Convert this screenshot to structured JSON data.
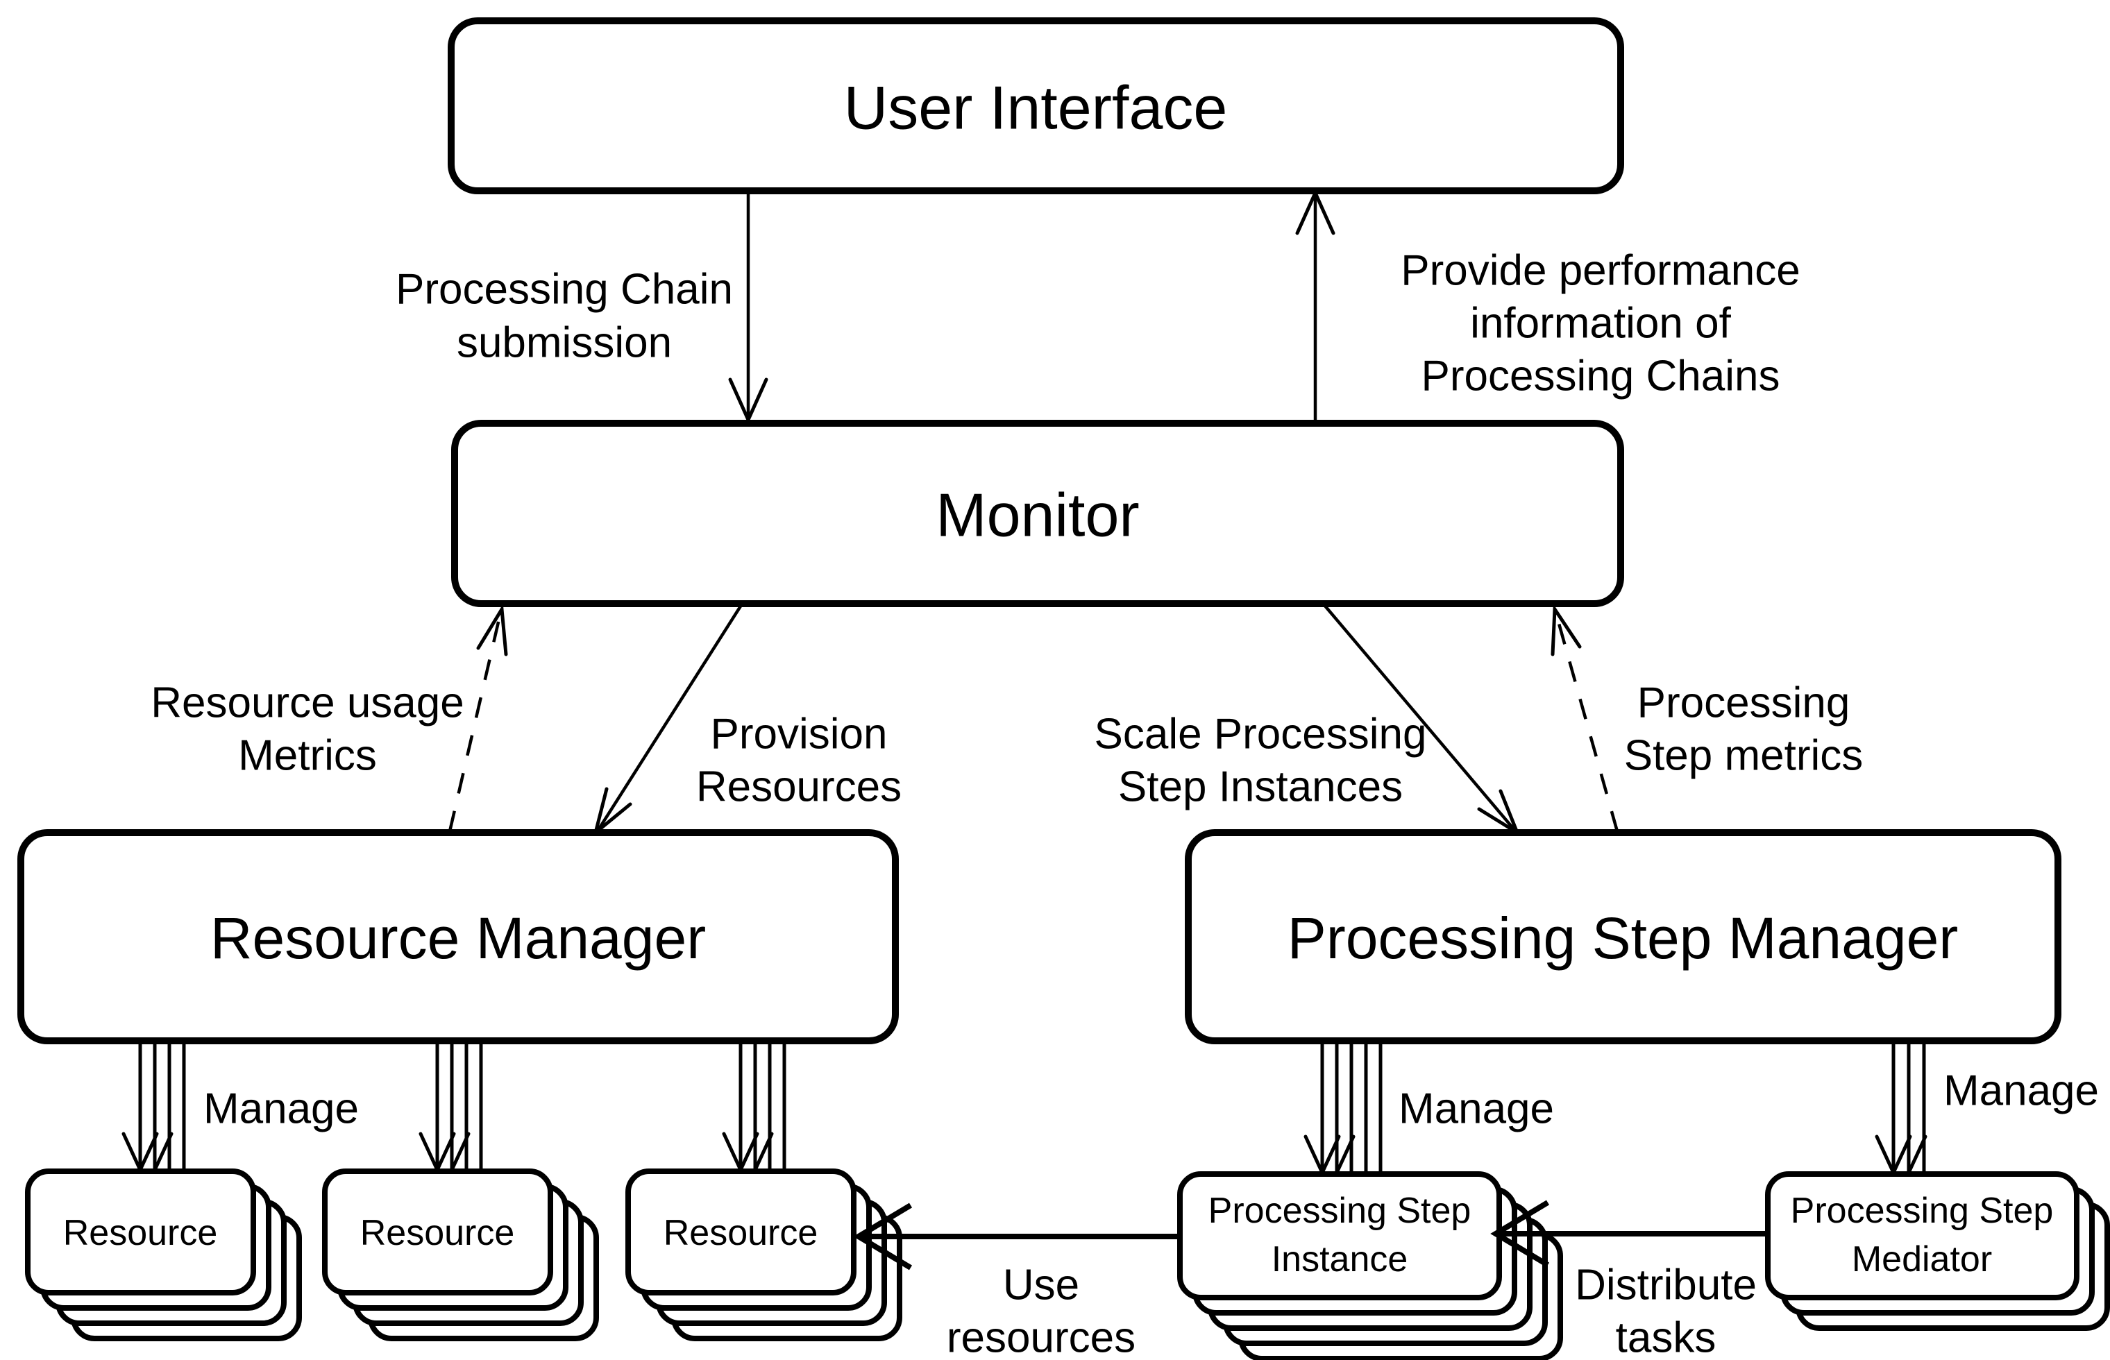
{
  "colors": {
    "background": "#ffffff",
    "line": "#000000"
  },
  "nodes": {
    "user_interface": {
      "label": "User Interface"
    },
    "monitor": {
      "label": "Monitor"
    },
    "resource_manager": {
      "label": "Resource Manager"
    },
    "processing_step_manager": {
      "label": "Processing Step Manager"
    },
    "resource_1": {
      "label": "Resource"
    },
    "resource_2": {
      "label": "Resource"
    },
    "resource_3": {
      "label": "Resource"
    },
    "processing_step_instance": {
      "lines": [
        "Processing Step",
        "Instance"
      ]
    },
    "processing_step_mediator": {
      "lines": [
        "Processing Step",
        "Mediator"
      ]
    }
  },
  "edges": {
    "submission": {
      "lines": [
        "Processing Chain",
        "submission"
      ]
    },
    "performance": {
      "lines": [
        "Provide performance",
        "information of",
        "Processing Chains"
      ]
    },
    "resource_usage": {
      "lines": [
        "Resource usage",
        "Metrics"
      ]
    },
    "provision": {
      "lines": [
        "Provision",
        "Resources"
      ]
    },
    "scale": {
      "lines": [
        "Scale Processing",
        "Step Instances"
      ]
    },
    "step_metrics": {
      "lines": [
        "Processing",
        "Step metrics"
      ]
    },
    "manage_resources": {
      "label": "Manage"
    },
    "manage_instances": {
      "label": "Manage"
    },
    "manage_mediator": {
      "label": "Manage"
    },
    "use_resources": {
      "lines": [
        "Use",
        "resources"
      ]
    },
    "distribute_tasks": {
      "lines": [
        "Distribute",
        "tasks"
      ]
    }
  }
}
